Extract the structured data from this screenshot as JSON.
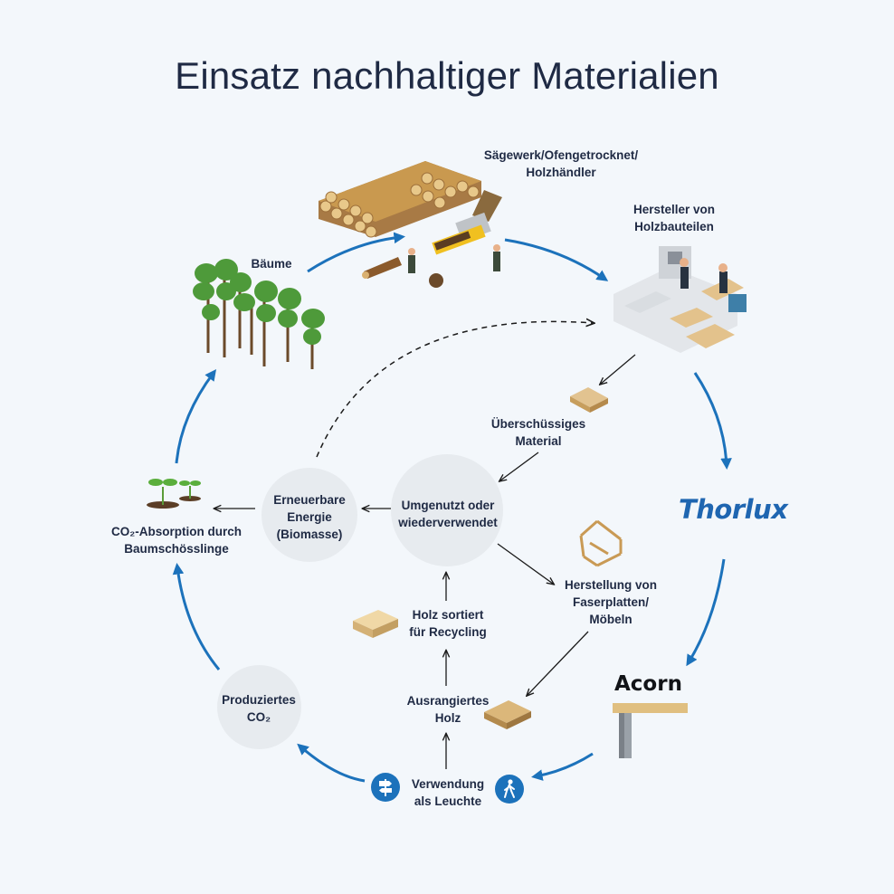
{
  "title": "Einsatz nachhaltiger Materialien",
  "labels": {
    "saegewerk": [
      "Sägewerk/Ofengetrocknet/",
      "Holzhändler"
    ],
    "hersteller": [
      "Hersteller von",
      "Holzbauteilen"
    ],
    "baeume": "Bäume",
    "ueberschuss": [
      "Überschüssiges",
      "Material"
    ],
    "umgenutzt": [
      "Umgenutzt oder",
      "wiederverwendet"
    ],
    "erneuerbar": [
      "Erneuerbare",
      "Energie",
      "(Biomasse)"
    ],
    "co2_absorption": [
      "CO₂-Absorption durch",
      "Baumschösslinge"
    ],
    "faserplatten": [
      "Herstellung von",
      "Faserplatten/",
      "Möbeln"
    ],
    "holz_sortiert": [
      "Holz sortiert",
      "für Recycling"
    ],
    "ausrangiert": [
      "Ausrangiertes",
      "Holz"
    ],
    "produziert_co2": [
      "Produziertes",
      "CO₂"
    ],
    "verwendung": [
      "Verwendung",
      "als Leuchte"
    ]
  },
  "brands": {
    "thorlux": "Thorlux",
    "acorn": "Acorn"
  },
  "colors": {
    "arrow_blue": "#1c72bb",
    "brand_blue": "#1f66b1",
    "text": "#1f2a44",
    "background": "#f3f7fb",
    "circle": "#e7ebef"
  },
  "icons": [
    "log-pile-icon",
    "sawmill-machine-icon",
    "tree-icon",
    "factory-workers-icon",
    "wood-plank-icon",
    "chair-icon",
    "seedling-icon",
    "signpost-icon",
    "walking-person-icon",
    "desk-leg-icon"
  ]
}
